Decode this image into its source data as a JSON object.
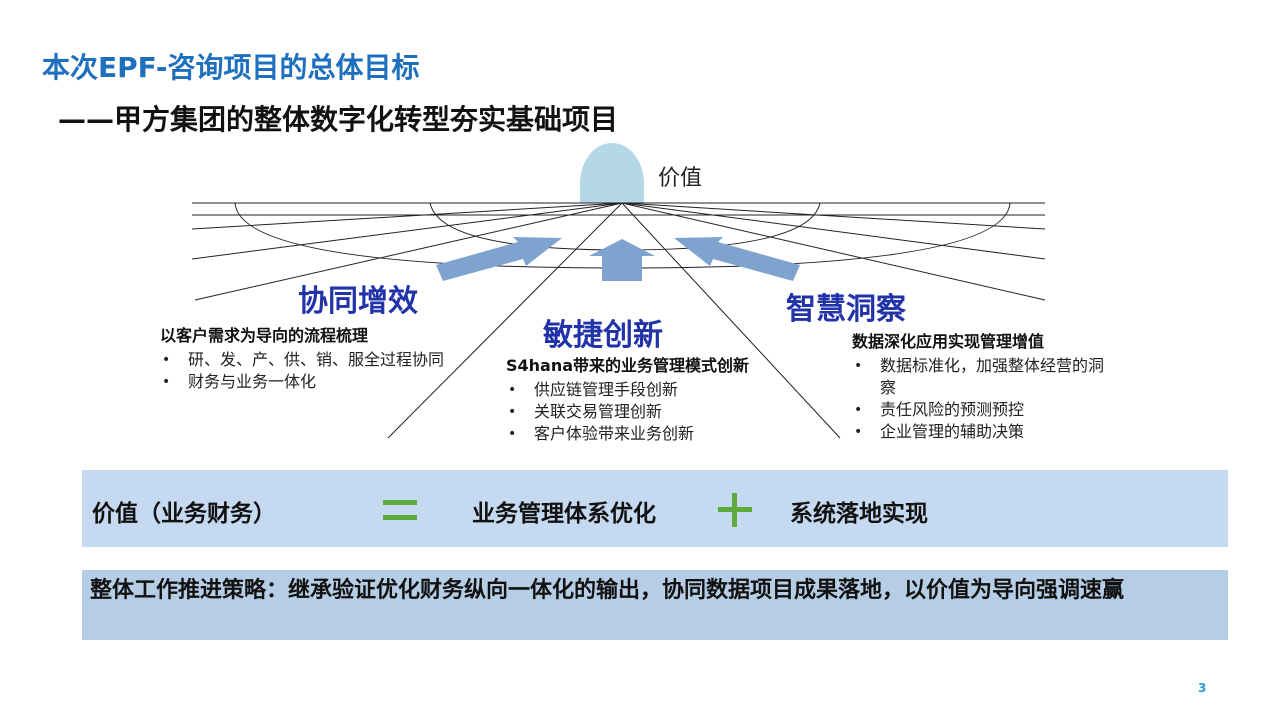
{
  "title": "本次EPF-咨询项目的总体目标",
  "subtitle": "——甲方集团的整体数字化转型夯实基础项目",
  "diagram": {
    "top_label": "价值",
    "pillars": [
      {
        "name": "协同增效",
        "heading": "以客户需求为导向的流程梳理",
        "bullets": [
          "研、发、产、供、销、服全过程协同",
          "财务与业务一体化"
        ]
      },
      {
        "name": "敏捷创新",
        "heading": "S4hana带来的业务管理模式创新",
        "bullets": [
          "供应链管理手段创新",
          "关联交易管理创新",
          "客户体验带来业务创新"
        ]
      },
      {
        "name": "智慧洞察",
        "heading": "数据深化应用实现管理增值",
        "bullets": [
          "数据标准化，加强整体经营的洞察",
          "责任风险的预测预控",
          "企业管理的辅助决策"
        ]
      }
    ]
  },
  "equation": {
    "left": "价值（业务财务）",
    "middle": "业务管理体系优化",
    "right": "系统落地实现",
    "equals_color": "#5faa3c",
    "plus_color": "#5faa3c"
  },
  "strategy": "整体工作推进策略：继承验证优化财务纵向一体化的输出，协同数据项目成果落地，以价值为导向强调速赢",
  "page_number": "3",
  "colors": {
    "title": "#1f6fbf",
    "pillar": "#2233aa",
    "dome": "#b5d8e6",
    "arrow": "#7fa3cf",
    "bar1": "#c5d9f0",
    "bar2": "#b6cde6"
  }
}
